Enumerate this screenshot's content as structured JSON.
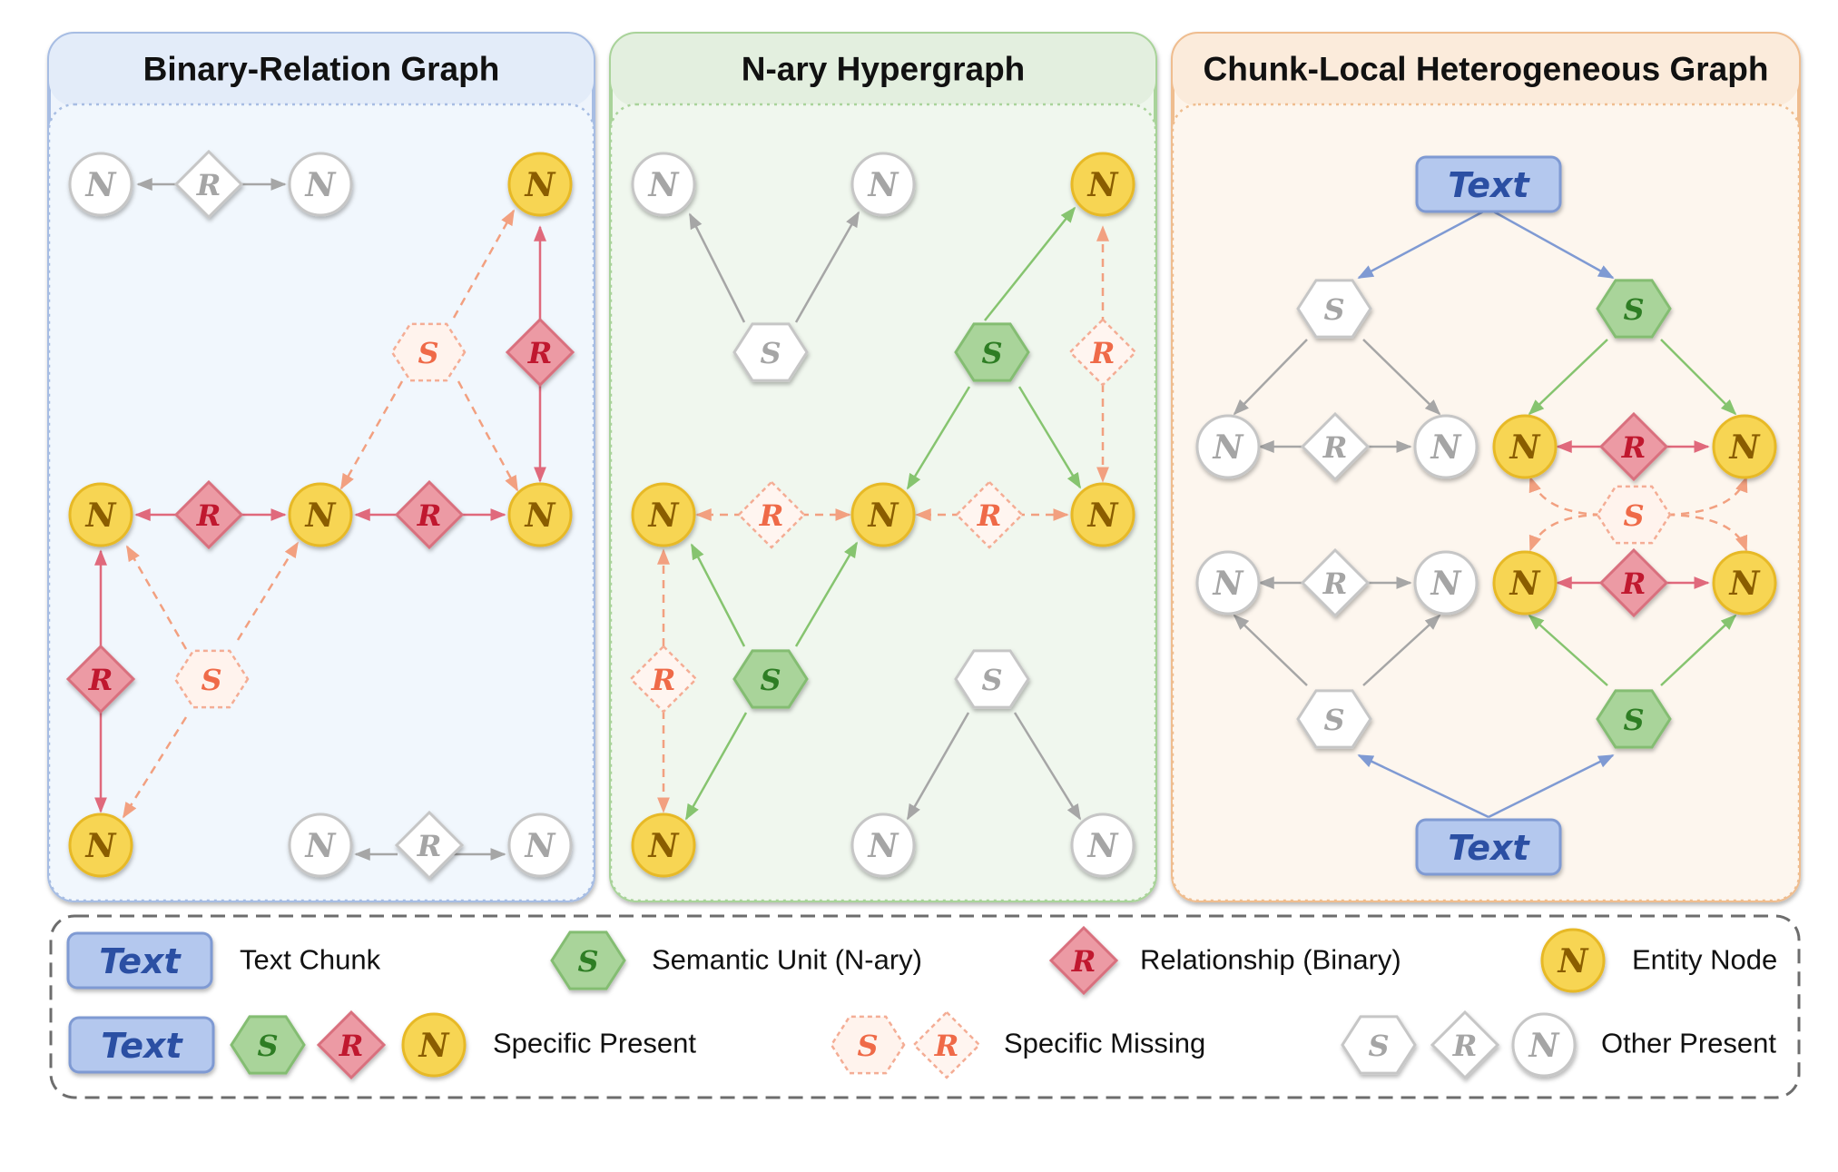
{
  "panels": [
    {
      "title": "Binary-Relation Graph"
    },
    {
      "title": "N-ary Hypergraph"
    },
    {
      "title": "Chunk-Local Heterogeneous Graph"
    }
  ],
  "glyphs": {
    "entity": "N",
    "relation": "R",
    "semantic": "S",
    "text": "Text"
  },
  "legend": {
    "text_chunk": "Text Chunk",
    "semantic_unit": "Semantic Unit (N-ary)",
    "relationship": "Relationship (Binary)",
    "entity_node": "Entity Node",
    "specific_present": "Specific Present",
    "specific_missing": "Specific Missing",
    "other_present": "Other Present"
  },
  "colors": {
    "panel1": "#eef4fc",
    "panel1_border": "#a7bde3",
    "panel2": "#eef6ec",
    "panel2_border": "#a9d39a",
    "panel3": "#fdf4ea",
    "panel3_border": "#efbd8f",
    "entity": "#f7d553",
    "relation": "#ec9aa4",
    "semantic": "#a9d49a",
    "text": "#b4c8ee",
    "missing": "#f5a089",
    "other": "#a8a8a8"
  }
}
